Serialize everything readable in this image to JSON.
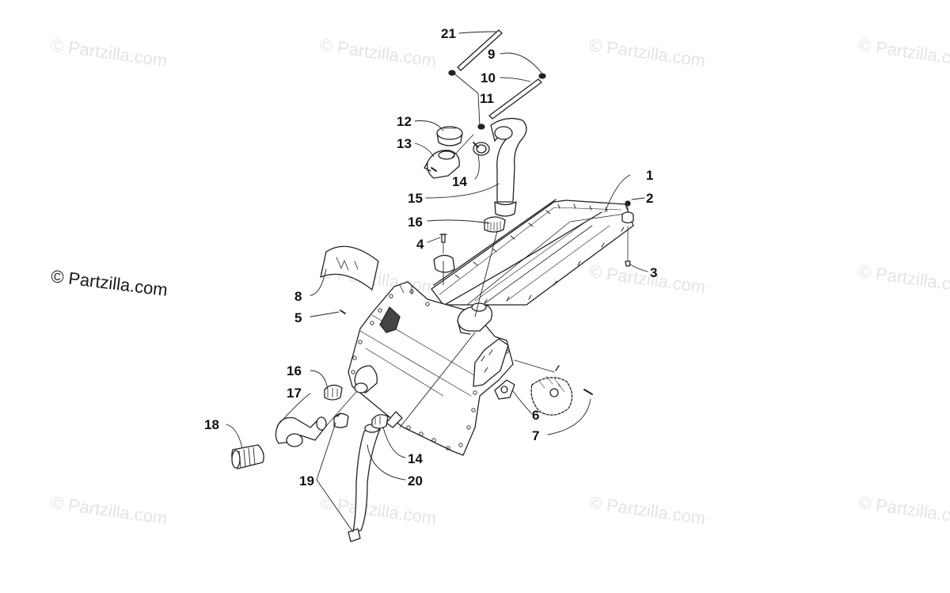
{
  "watermark_text": "© Partzilla.com",
  "copyright": "© Partzilla.com",
  "callouts": {
    "c1": "1",
    "c2": "2",
    "c3": "3",
    "c4": "4",
    "c5": "5",
    "c6": "6",
    "c7": "7",
    "c8": "8",
    "c9": "9",
    "c10": "10",
    "c11": "11",
    "c12": "12",
    "c13": "13",
    "c14a": "14",
    "c14b": "14",
    "c15": "15",
    "c16a": "16",
    "c16b": "16",
    "c17": "17",
    "c18": "18",
    "c19": "19",
    "c20": "20",
    "c21": "21"
  },
  "colors": {
    "line": "#222222",
    "watermark": "#e4e4e4",
    "background": "#ffffff"
  }
}
